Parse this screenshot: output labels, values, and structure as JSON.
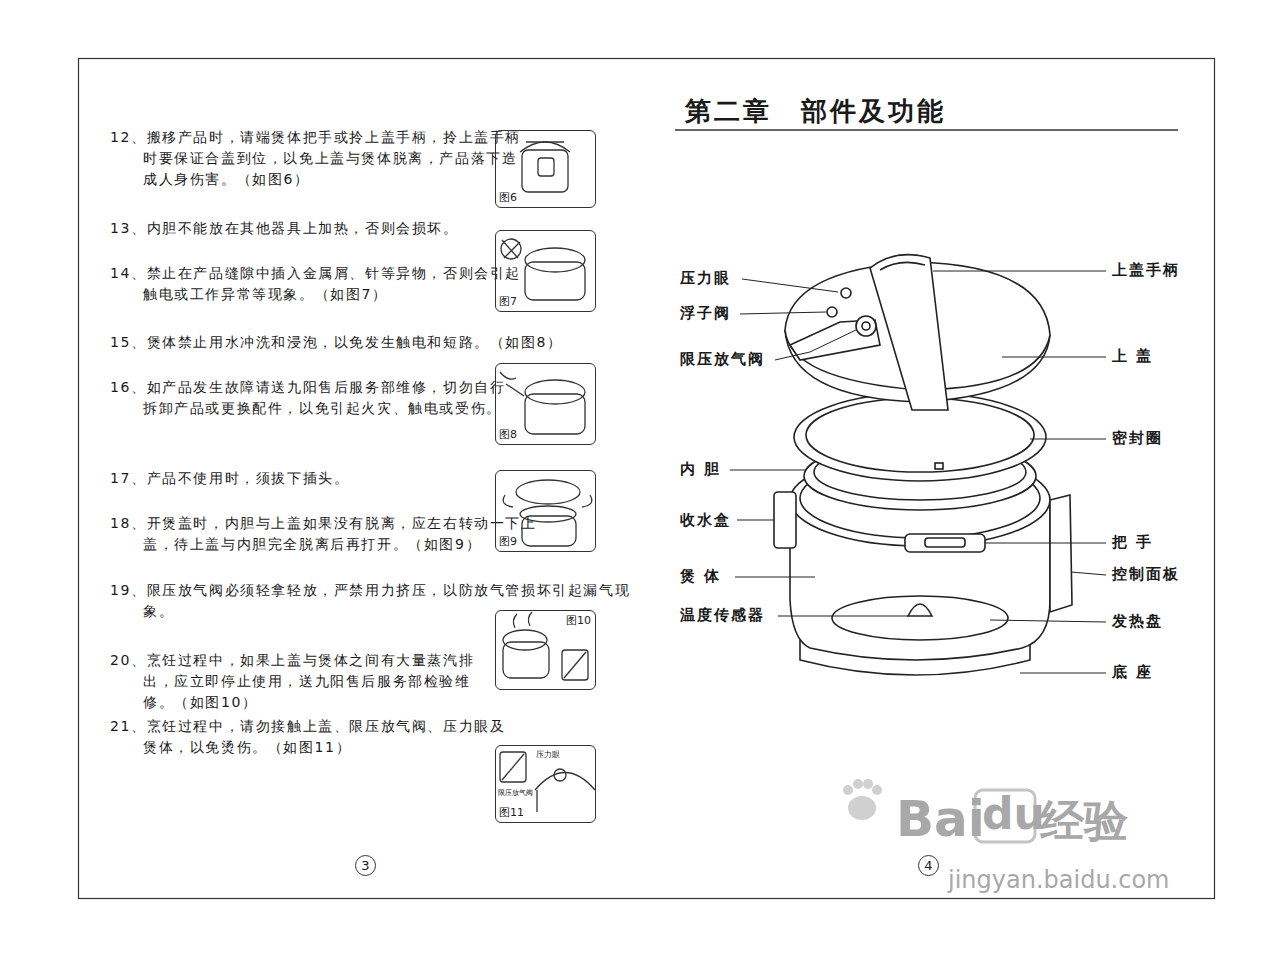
{
  "diagram": {
    "title": "第二章　部件及功能",
    "nodes": [
      {
        "text": [
          "图6"
        ]
      },
      {
        "text": [
          "图7"
        ]
      },
      {
        "text": [
          "图8"
        ]
      },
      {
        "text": [
          "图9"
        ]
      },
      {
        "text": [
          "图10"
        ]
      },
      {
        "text": [
          "压力眼",
          "限压放气阀",
          "图11"
        ]
      },
      {
        "text": [
          "3"
        ]
      },
      {
        "text": [
          "4"
        ]
      }
    ],
    "labels": [
      "12、搬移产品时，请端煲体把手或拎上盖手柄，拎上盖手柄时要保证合盖到位，以免上盖与煲体脱离，产品落下造成人身伤害。（如图6）",
      "13、内胆不能放在其他器具上加热，否则会损坏。",
      "14、禁止在产品缝隙中插入金属屑、针等异物，否则会引起触电或工作异常等现象。（如图7）",
      "15、煲体禁止用水冲洗和浸泡，以免发生触电和短路。（如图8）",
      "16、如产品发生故障请送九阳售后服务部维修，切勿自行拆卸产品或更换配件，以免引起火灾、触电或受伤。",
      "17、产品不使用时，须拔下插头。",
      "18、开煲盖时，内胆与上盖如果没有脱离，应左右转动一下上盖，待上盖与内胆完全脱离后再打开。（如图9）",
      "19、限压放气阀必须轻拿轻放，严禁用力挤压，以防放气管损坏引起漏气现象。",
      "20、烹饪过程中，如果上盖与煲体之间有大量蒸汽排出，应立即停止使用，送九阳售后服务部检验维修。（如图10）",
      "21、烹饪过程中，请勿接触上盖、限压放气阀、压力眼及煲体，以免烫伤。（如图11）",
      "压力眼",
      "浮子阀",
      "限压放气阀",
      "内 胆",
      "收水盒",
      "煲 体",
      "温度传感器",
      "上盖手柄",
      "上 盖",
      "密封圈",
      "把 手",
      "控制面板",
      "发热盘",
      "底 座",
      "Bai",
      "du",
      "经验",
      "jingyan.baidu.com"
    ]
  }
}
